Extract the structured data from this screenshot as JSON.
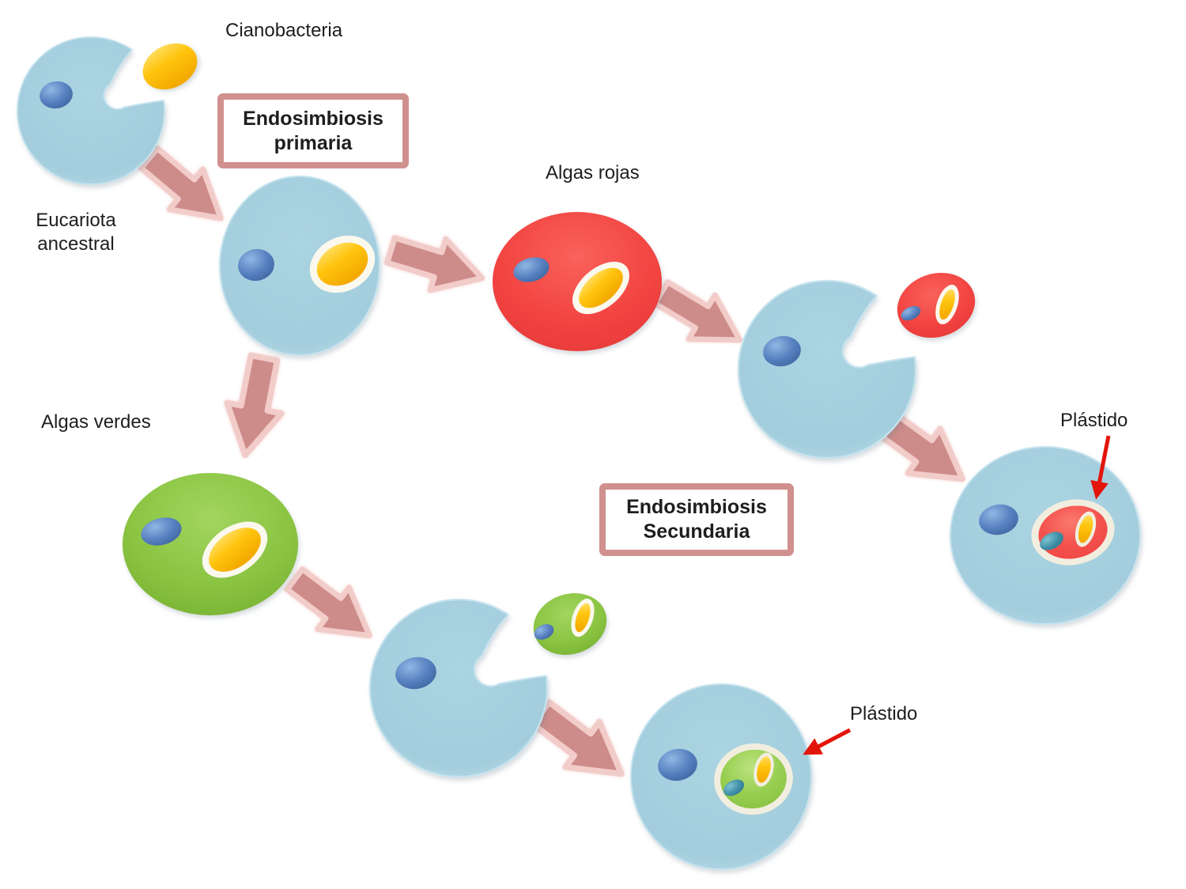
{
  "labels": {
    "cianobacteria": "Cianobacteria",
    "eucariota_line1": "Eucariota",
    "eucariota_line2": "ancestral",
    "algas_rojas": "Algas rojas",
    "algas_verdes": "Algas verdes",
    "plastido_top": "Plástido",
    "plastido_bottom": "Plástido"
  },
  "callouts": {
    "primaria_line1": "Endosimbiosis",
    "primaria_line2": "primaria",
    "secundaria_line1": "Endosimbiosis",
    "secundaria_line2": "Secundaria"
  },
  "colors": {
    "cell_blue": "#A4CEDE",
    "nucleus_blue": "#4F7DBA",
    "cyanobacteria_yellow": "#FFC40E",
    "red_alga": "#F24441",
    "green_alga": "#8AC441",
    "teal_nucleus": "#3F93A8",
    "plastid_ring_white": "#FBF8EE",
    "organelle_ring_cream": "#F2EEDF",
    "block_arrow_pink": "#CD8B89",
    "block_arrow_glow": "#F2CCC9",
    "callout_border": "#D0908E",
    "annotation_arrow_red": "#E3150B",
    "text": "#1E1E1E",
    "background": "#FFFFFF"
  }
}
